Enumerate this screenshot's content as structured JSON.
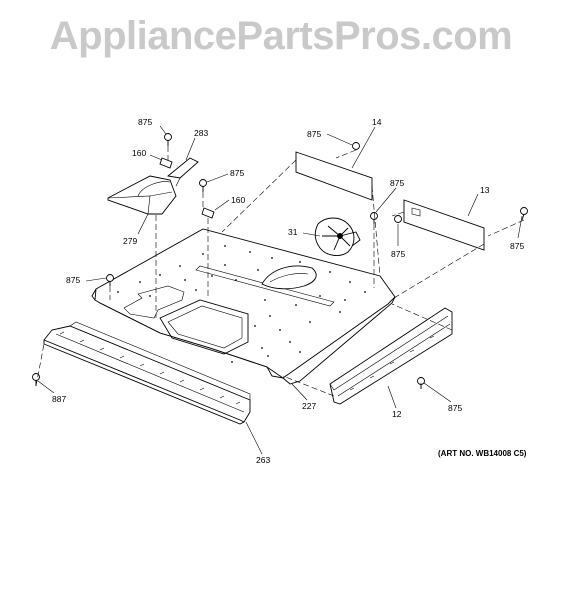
{
  "watermark": "AppliancePartsPros.com",
  "art_number": "(ART NO. WB14008 C5)",
  "callouts": {
    "c875_top_left": "875",
    "c283": "283",
    "c160_left": "160",
    "c875_mid": "875",
    "c160_mid": "160",
    "c279": "279",
    "c875_left": "875",
    "c875_top_right": "875",
    "c14": "14",
    "c875_right_mid": "875",
    "c13": "13",
    "c31": "31",
    "c875_right_low": "875",
    "c875_far_right": "875",
    "c887": "887",
    "c227": "227",
    "c12": "12",
    "c875_bottom_right": "875",
    "c263": "263"
  }
}
